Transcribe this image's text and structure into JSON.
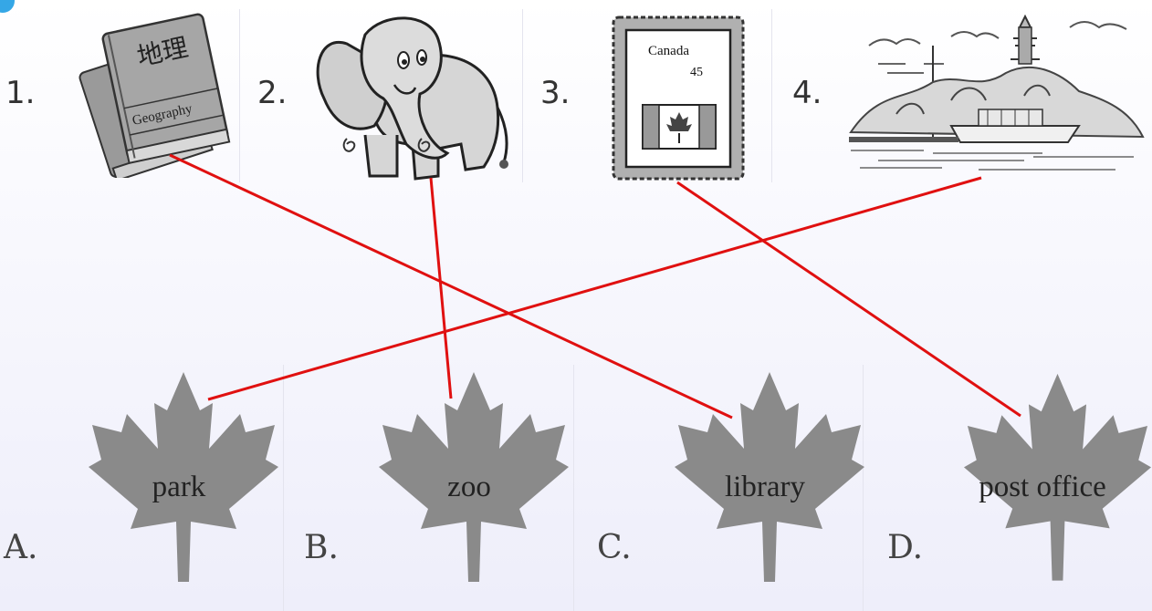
{
  "pictures": [
    {
      "number": "1.",
      "icon": "geography-books-icon",
      "book_cover_text": "地理",
      "book_spine_text": "Geography"
    },
    {
      "number": "2.",
      "icon": "elephant-icon"
    },
    {
      "number": "3.",
      "icon": "canada-stamp-icon",
      "stamp_country": "Canada",
      "stamp_value": "45"
    },
    {
      "number": "4.",
      "icon": "harbour-scene-icon"
    }
  ],
  "places": [
    {
      "letter": "A.",
      "label": "park"
    },
    {
      "letter": "B.",
      "label": "zoo"
    },
    {
      "letter": "C.",
      "label": "library"
    },
    {
      "letter": "D.",
      "label": "post office"
    }
  ],
  "matches": [
    {
      "picture": "1.",
      "place": "C."
    },
    {
      "picture": "2.",
      "place": "B."
    },
    {
      "picture": "3.",
      "place": "D."
    },
    {
      "picture": "4.",
      "place": "A."
    }
  ],
  "colors": {
    "line": "#e01010",
    "leaf": "#8a8a8a",
    "corner_dot": "#35a7e6"
  }
}
